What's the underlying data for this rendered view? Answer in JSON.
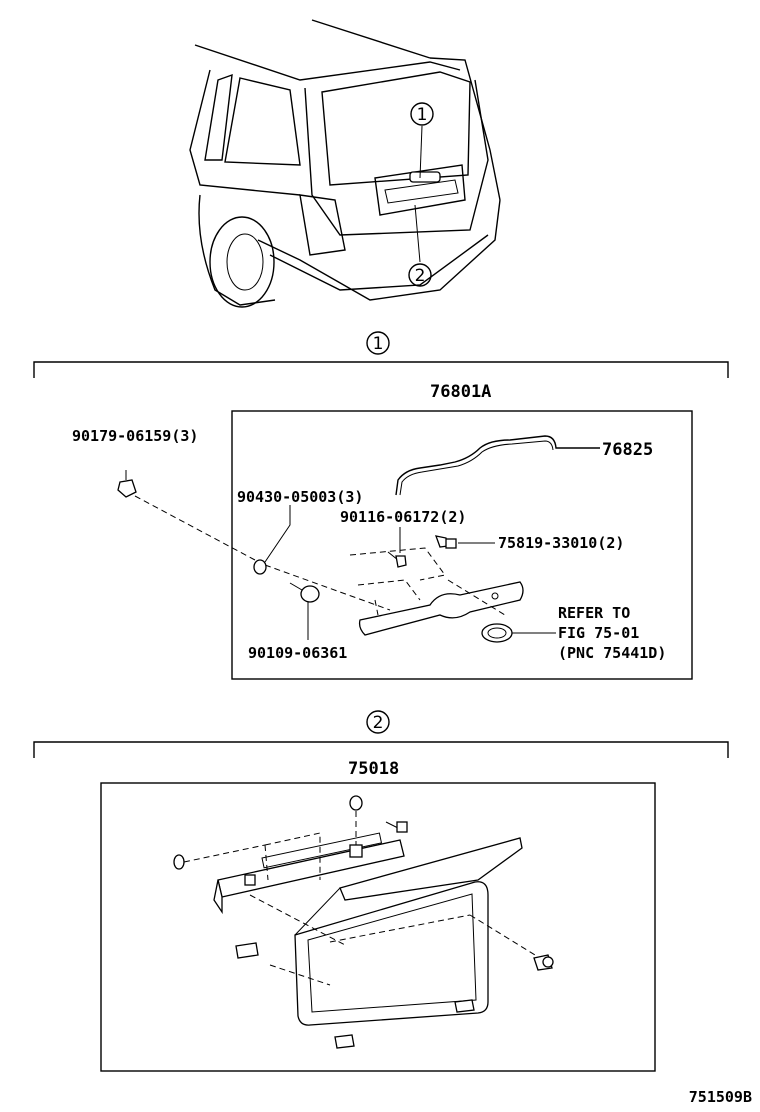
{
  "section_markers": {
    "one": "①",
    "two": "②"
  },
  "callouts": {
    "car_1": "1",
    "car_2": "2",
    "sec_1": "1",
    "sec_2": "2"
  },
  "labels": {
    "assembly_1": "76801A",
    "hose": "76825",
    "clip": "90179-06159(3)",
    "nut_washer": "90430-05003(3)",
    "bolt": "90116-06172(2)",
    "fastener": "75819-33010(2)",
    "grommet": "90109-06361",
    "refer_line1": "REFER TO",
    "refer_line2": "FIG 75-01",
    "refer_line3": "(PNC 75441D)",
    "assembly_2": "75018",
    "figure_code": "751509B"
  }
}
